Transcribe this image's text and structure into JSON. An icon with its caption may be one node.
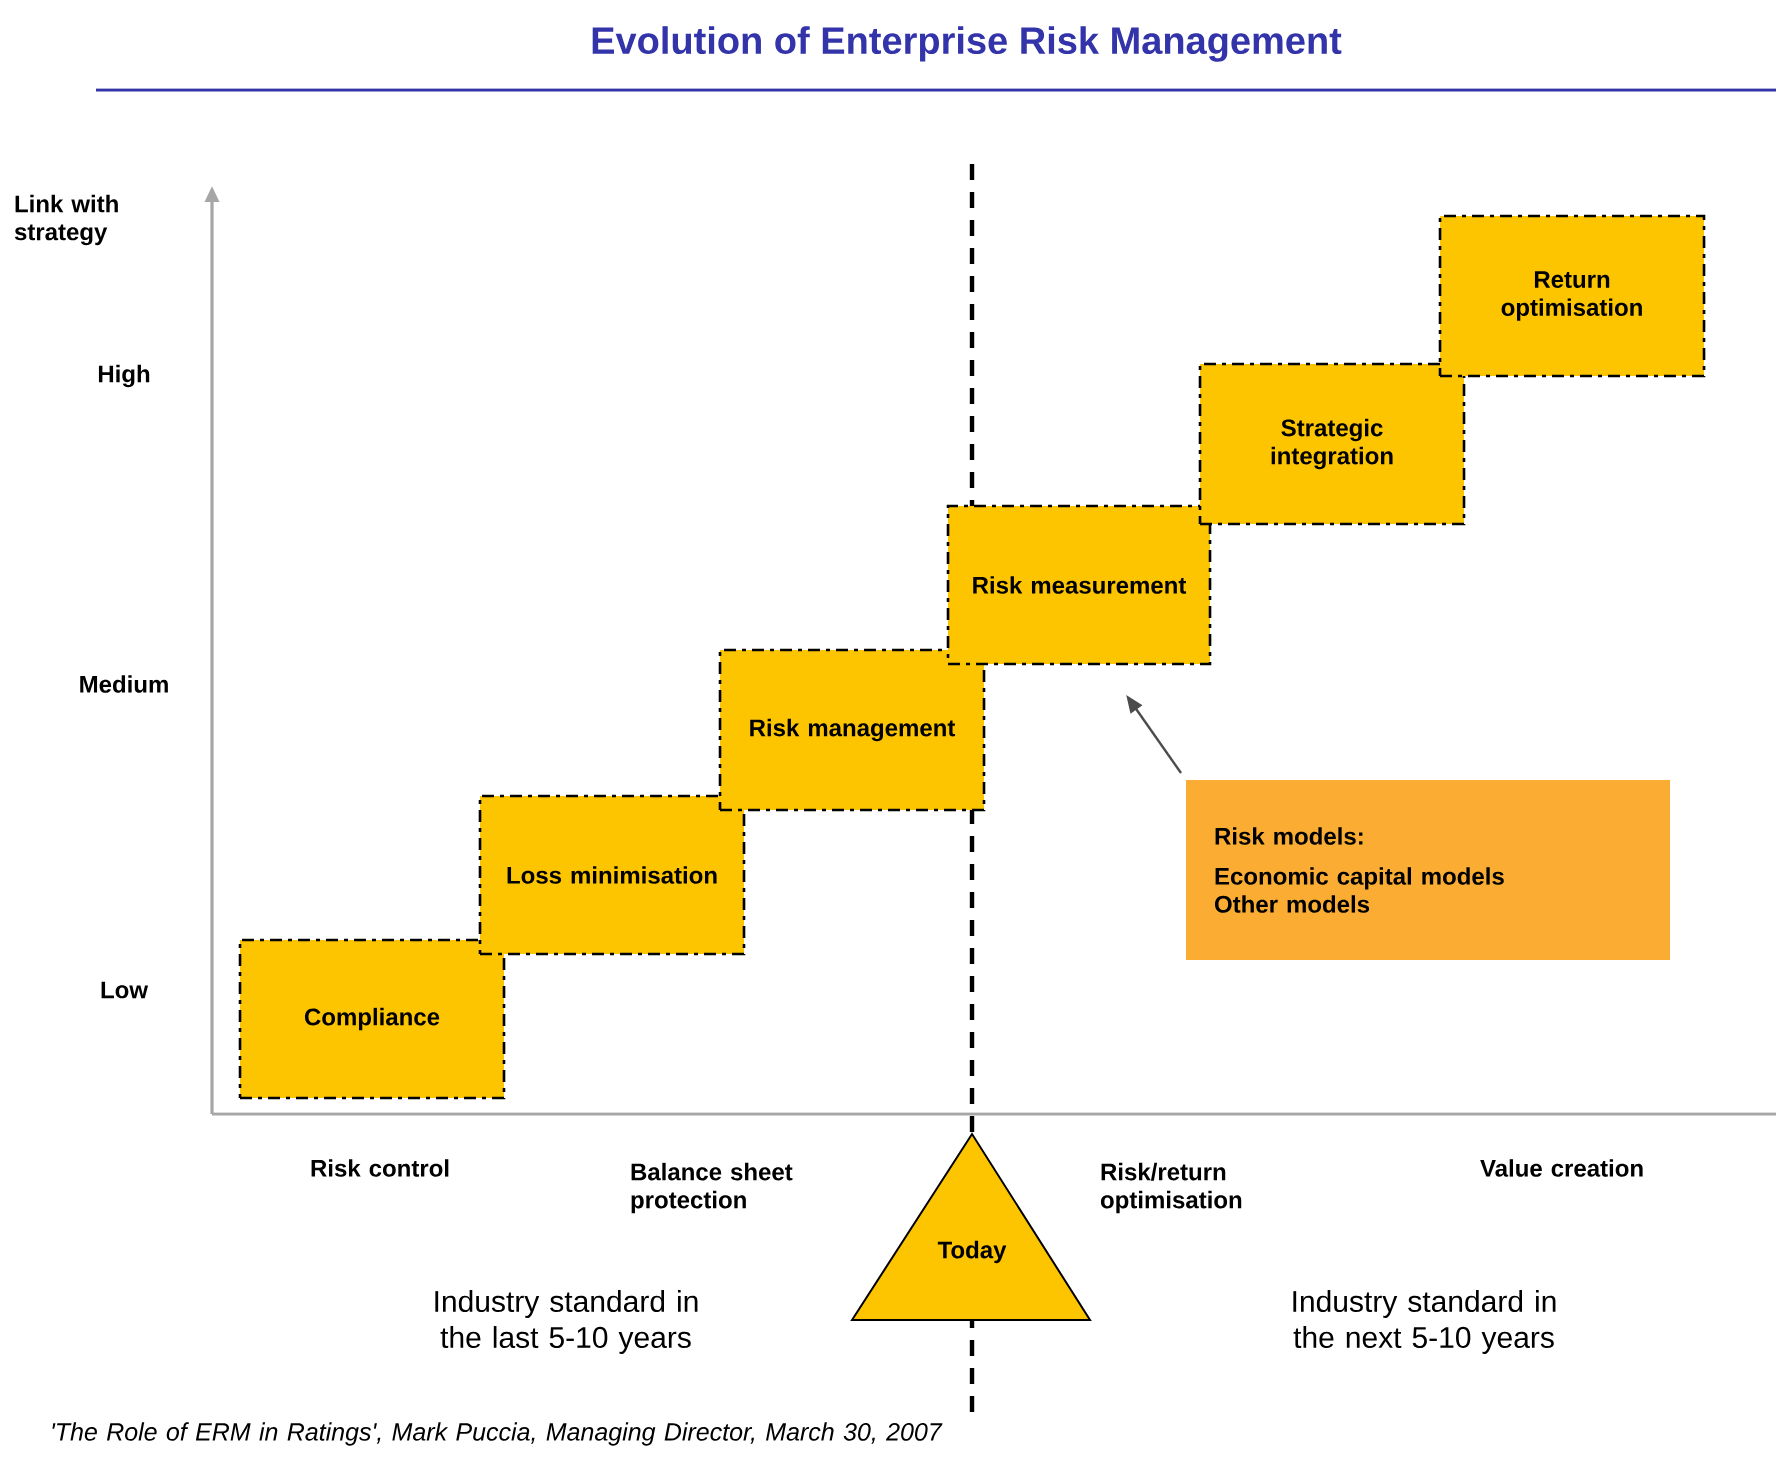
{
  "diagram": {
    "title": "Evolution of Enterprise Risk Management",
    "nodes": [
      {
        "text": [
          "Compliance"
        ]
      },
      {
        "text": [
          "Loss minimisation"
        ]
      },
      {
        "text": [
          "Risk management"
        ]
      },
      {
        "text": [
          "Risk measurement"
        ]
      },
      {
        "text": [
          "Strategic integration"
        ]
      },
      {
        "text": [
          "Return optimisation"
        ]
      },
      {
        "text": [
          "Risk models:",
          "Economic capital models",
          "Other models"
        ]
      },
      {
        "text": [
          "Today"
        ]
      }
    ],
    "edges": [
      {
        "from": 6,
        "to": 3,
        "arrow": "to"
      }
    ],
    "labels": [
      "Link with strategy",
      "High",
      "Medium",
      "Low",
      "Risk control",
      "Balance sheet protection",
      "Risk/return optimisation",
      "Value creation",
      "Industry standard in the last 5-10 years",
      "Industry standard in the next 5-10 years",
      "'The Role of ERM in Ratings', Mark Puccia, Managing Director, March 30, 2007"
    ]
  }
}
